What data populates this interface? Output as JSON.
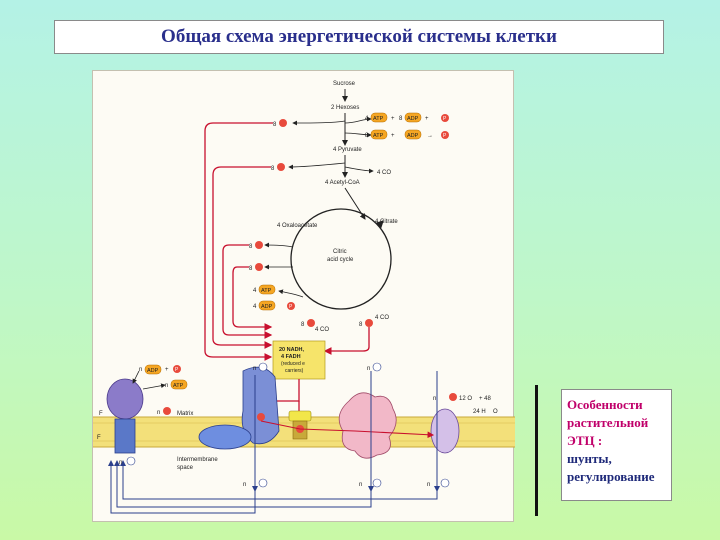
{
  "title": "Общая схема энергетической системы клетки",
  "note": {
    "lines_highlight": [
      "Особенности",
      "растительной",
      "ЭТЦ :"
    ],
    "lines_body": [
      "шунты,",
      "регулирование"
    ]
  },
  "diagram": {
    "labels": {
      "sucrose": "Sucrose",
      "hexoses": "2 Hexoses",
      "pyruvate": "4 Pyruvate",
      "acetylcoa": "4 Acetyl-CoA",
      "oxaloacetate": "4 Oxaloacetate",
      "citrate": "4 Citrate",
      "cycle_line1": "Citric",
      "cycle_line2": "acid cycle",
      "co2_4": "4 CO",
      "co2_4b": "4 CO",
      "co2_4c": "4 CO",
      "atp4": "4",
      "adp4": "4",
      "nadh_line1": "20 NADH,",
      "nadh_line2": "4 FADH",
      "nadh_line3": "(reduced e",
      "nadh_line4": "carriers)",
      "matrix": "Matrix",
      "ims_line1": "Intermembrane",
      "ims_line2": "space",
      "o2": "12 O",
      "o2_plus": "+ 48",
      "h2o": "24 H",
      "h2o_o": "O",
      "atp": "ATP",
      "adp": "ADP",
      "pi": "P",
      "n": "n",
      "eight": "8",
      "four": "4",
      "plus": "+",
      "arrow_r": "→"
    }
  }
}
